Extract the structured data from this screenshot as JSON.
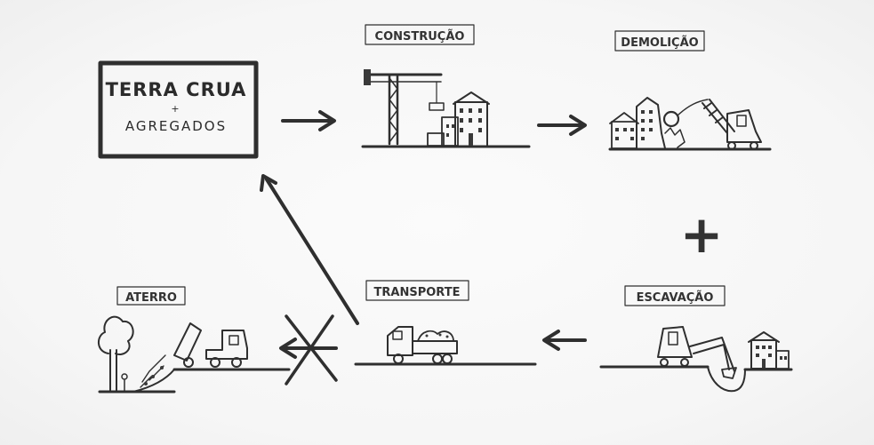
{
  "origin_box": {
    "title": "TERRA CRUA",
    "plus": "+",
    "subtitle": "AGREGADOS"
  },
  "stages": {
    "construcao": "CONSTRUÇÃO",
    "demolicao": "DEMOLIÇÃO",
    "escavacao": "ESCAVAÇÃO",
    "transporte": "TRANSPORTE",
    "aterro": "ATERRO"
  },
  "plus_sign": "+"
}
